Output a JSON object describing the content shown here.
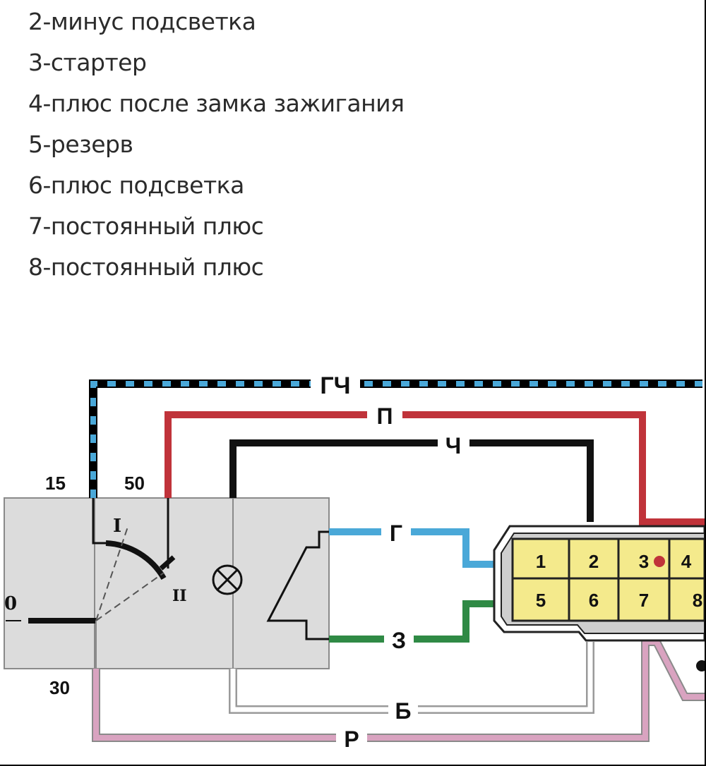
{
  "legend": [
    "2-минус подсветка",
    "3-стартер",
    "4-плюс после замка зажигания",
    "5-резерв",
    "6-плюс подсветка",
    "7-постоянный плюс",
    "8-постоянный плюс"
  ],
  "diagram": {
    "terminal_labels": {
      "t15": "15",
      "t50": "50",
      "t30": "30"
    },
    "switch_positions": {
      "p0": "0",
      "p1": "I",
      "p2": "II"
    },
    "wires": {
      "gch": {
        "label": "ГЧ",
        "color": "#000000",
        "stripe": "#4aa8d8"
      },
      "p": {
        "label": "П",
        "color": "#c0333a"
      },
      "ch": {
        "label": "Ч",
        "color": "#111111"
      },
      "g": {
        "label": "Г",
        "color": "#4aa8d8"
      },
      "z": {
        "label": "З",
        "color": "#2f8a45"
      },
      "b": {
        "label": "Б",
        "color": "#ffffff"
      },
      "r": {
        "label": "Р",
        "color": "#d9a3c0"
      }
    },
    "connector_pins": [
      "1",
      "2",
      "3",
      "4",
      "5",
      "6",
      "7",
      "8"
    ],
    "colors": {
      "housing": "#dcdcdc",
      "pin_fill": "#f4ea8c",
      "lamp": "lamp-icon"
    }
  }
}
